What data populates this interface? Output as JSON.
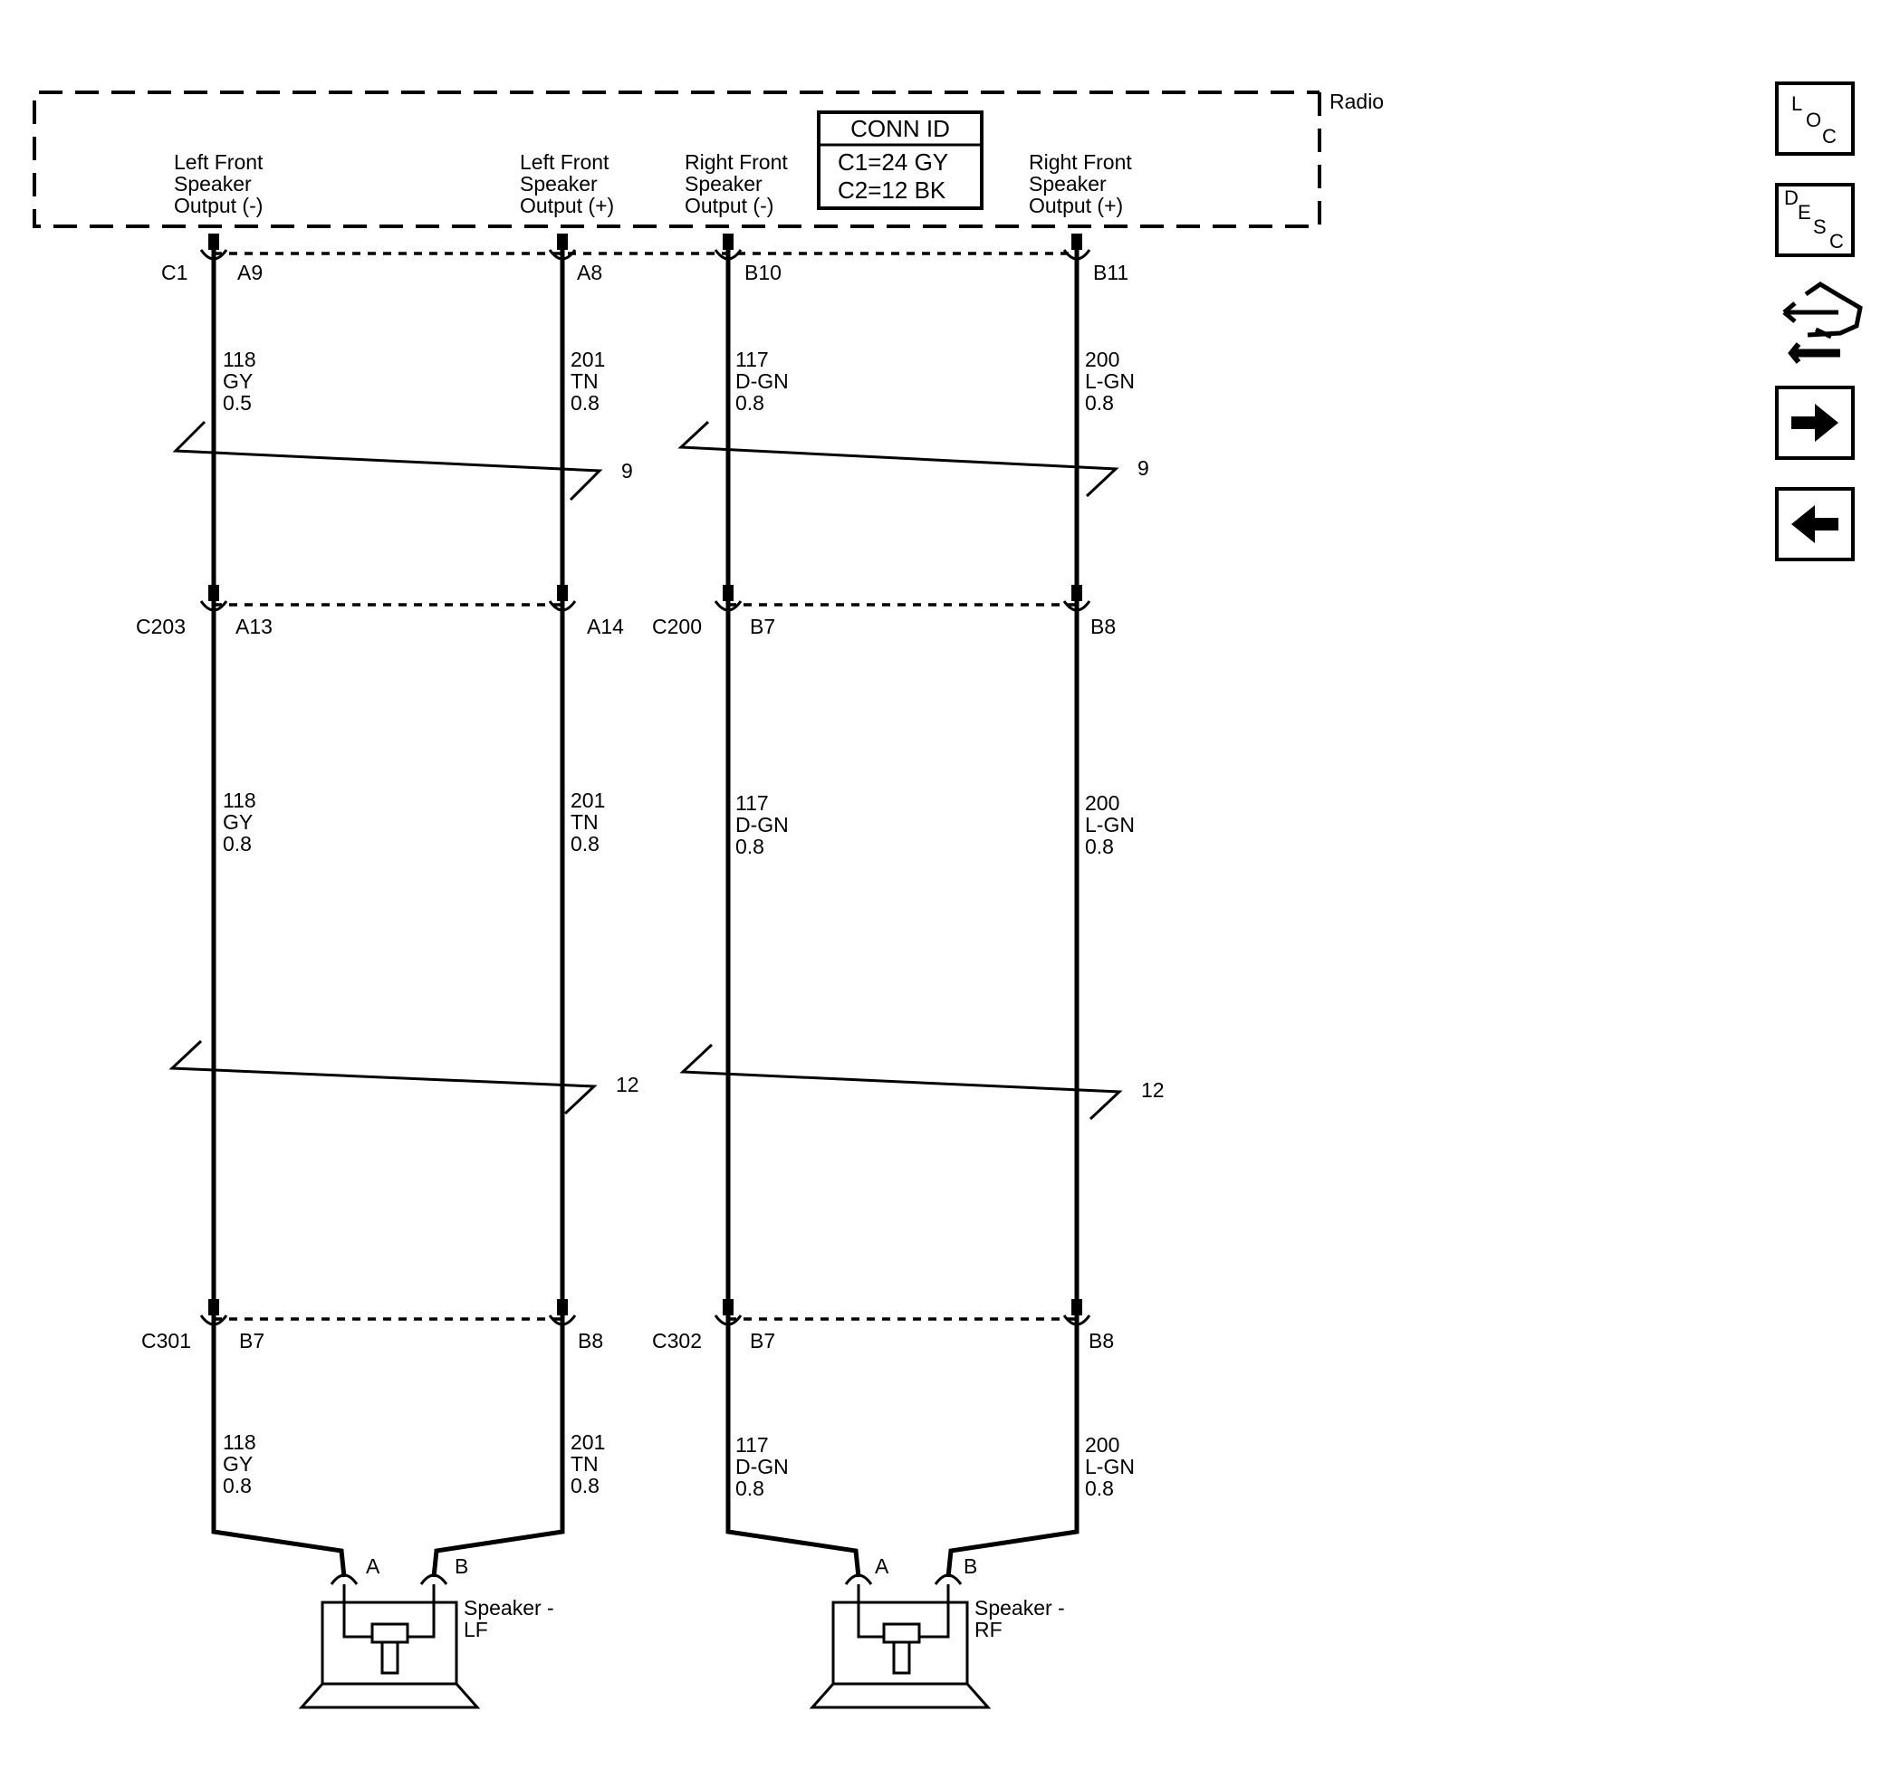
{
  "radio": {
    "label": "Radio",
    "conn_id": {
      "title": "CONN ID",
      "c1": "C1=24 GY",
      "c2": "C2=12 BK"
    },
    "outputs": {
      "lf_minus": [
        "Left Front",
        "Speaker",
        "Output (-)"
      ],
      "lf_plus": [
        "Left Front",
        "Speaker",
        "Output (+)"
      ],
      "rf_minus": [
        "Right Front",
        "Speaker",
        "Output (-)"
      ],
      "rf_plus": [
        "Right Front",
        "Speaker",
        "Output (+)"
      ]
    }
  },
  "connectors": {
    "c1": {
      "name": "C1",
      "pins": [
        "A9",
        "A8",
        "B10",
        "B11"
      ]
    },
    "c203": {
      "name": "C203",
      "pins": [
        "A13",
        "A14"
      ]
    },
    "c200": {
      "name": "C200",
      "pins": [
        "B7",
        "B8"
      ]
    },
    "c301": {
      "name": "C301",
      "pins": [
        "B7",
        "B8"
      ]
    },
    "c302": {
      "name": "C302",
      "pins": [
        "B7",
        "B8"
      ]
    }
  },
  "wires": {
    "w1": [
      [
        "118",
        "GY",
        "0.5"
      ],
      [
        "118",
        "GY",
        "0.8"
      ],
      [
        "118",
        "GY",
        "0.8"
      ]
    ],
    "w2": [
      [
        "201",
        "TN",
        "0.8"
      ],
      [
        "201",
        "TN",
        "0.8"
      ],
      [
        "201",
        "TN",
        "0.8"
      ]
    ],
    "w3": [
      [
        "117",
        "D-GN",
        "0.8"
      ],
      [
        "117",
        "D-GN",
        "0.8"
      ],
      [
        "117",
        "D-GN",
        "0.8"
      ]
    ],
    "w4": [
      [
        "200",
        "L-GN",
        "0.8"
      ],
      [
        "200",
        "L-GN",
        "0.8"
      ],
      [
        "200",
        "L-GN",
        "0.8"
      ]
    ]
  },
  "twisted_pairs": {
    "left_upper": "9",
    "right_upper": "9",
    "left_lower": "12",
    "right_lower": "12"
  },
  "speakers": {
    "lf": {
      "pin_a": "A",
      "pin_b": "B",
      "name": [
        "Speaker -",
        "LF"
      ]
    },
    "rf": {
      "pin_a": "A",
      "pin_b": "B",
      "name": [
        "Speaker -",
        "RF"
      ]
    }
  },
  "nav_buttons": {
    "loc": [
      "L",
      "O",
      "C"
    ],
    "desc": [
      "D",
      "E",
      "S",
      "C"
    ],
    "icons": {
      "connector_repair": "connector-repair-icon",
      "next": "arrow-right-icon",
      "back": "arrow-left-icon"
    }
  }
}
